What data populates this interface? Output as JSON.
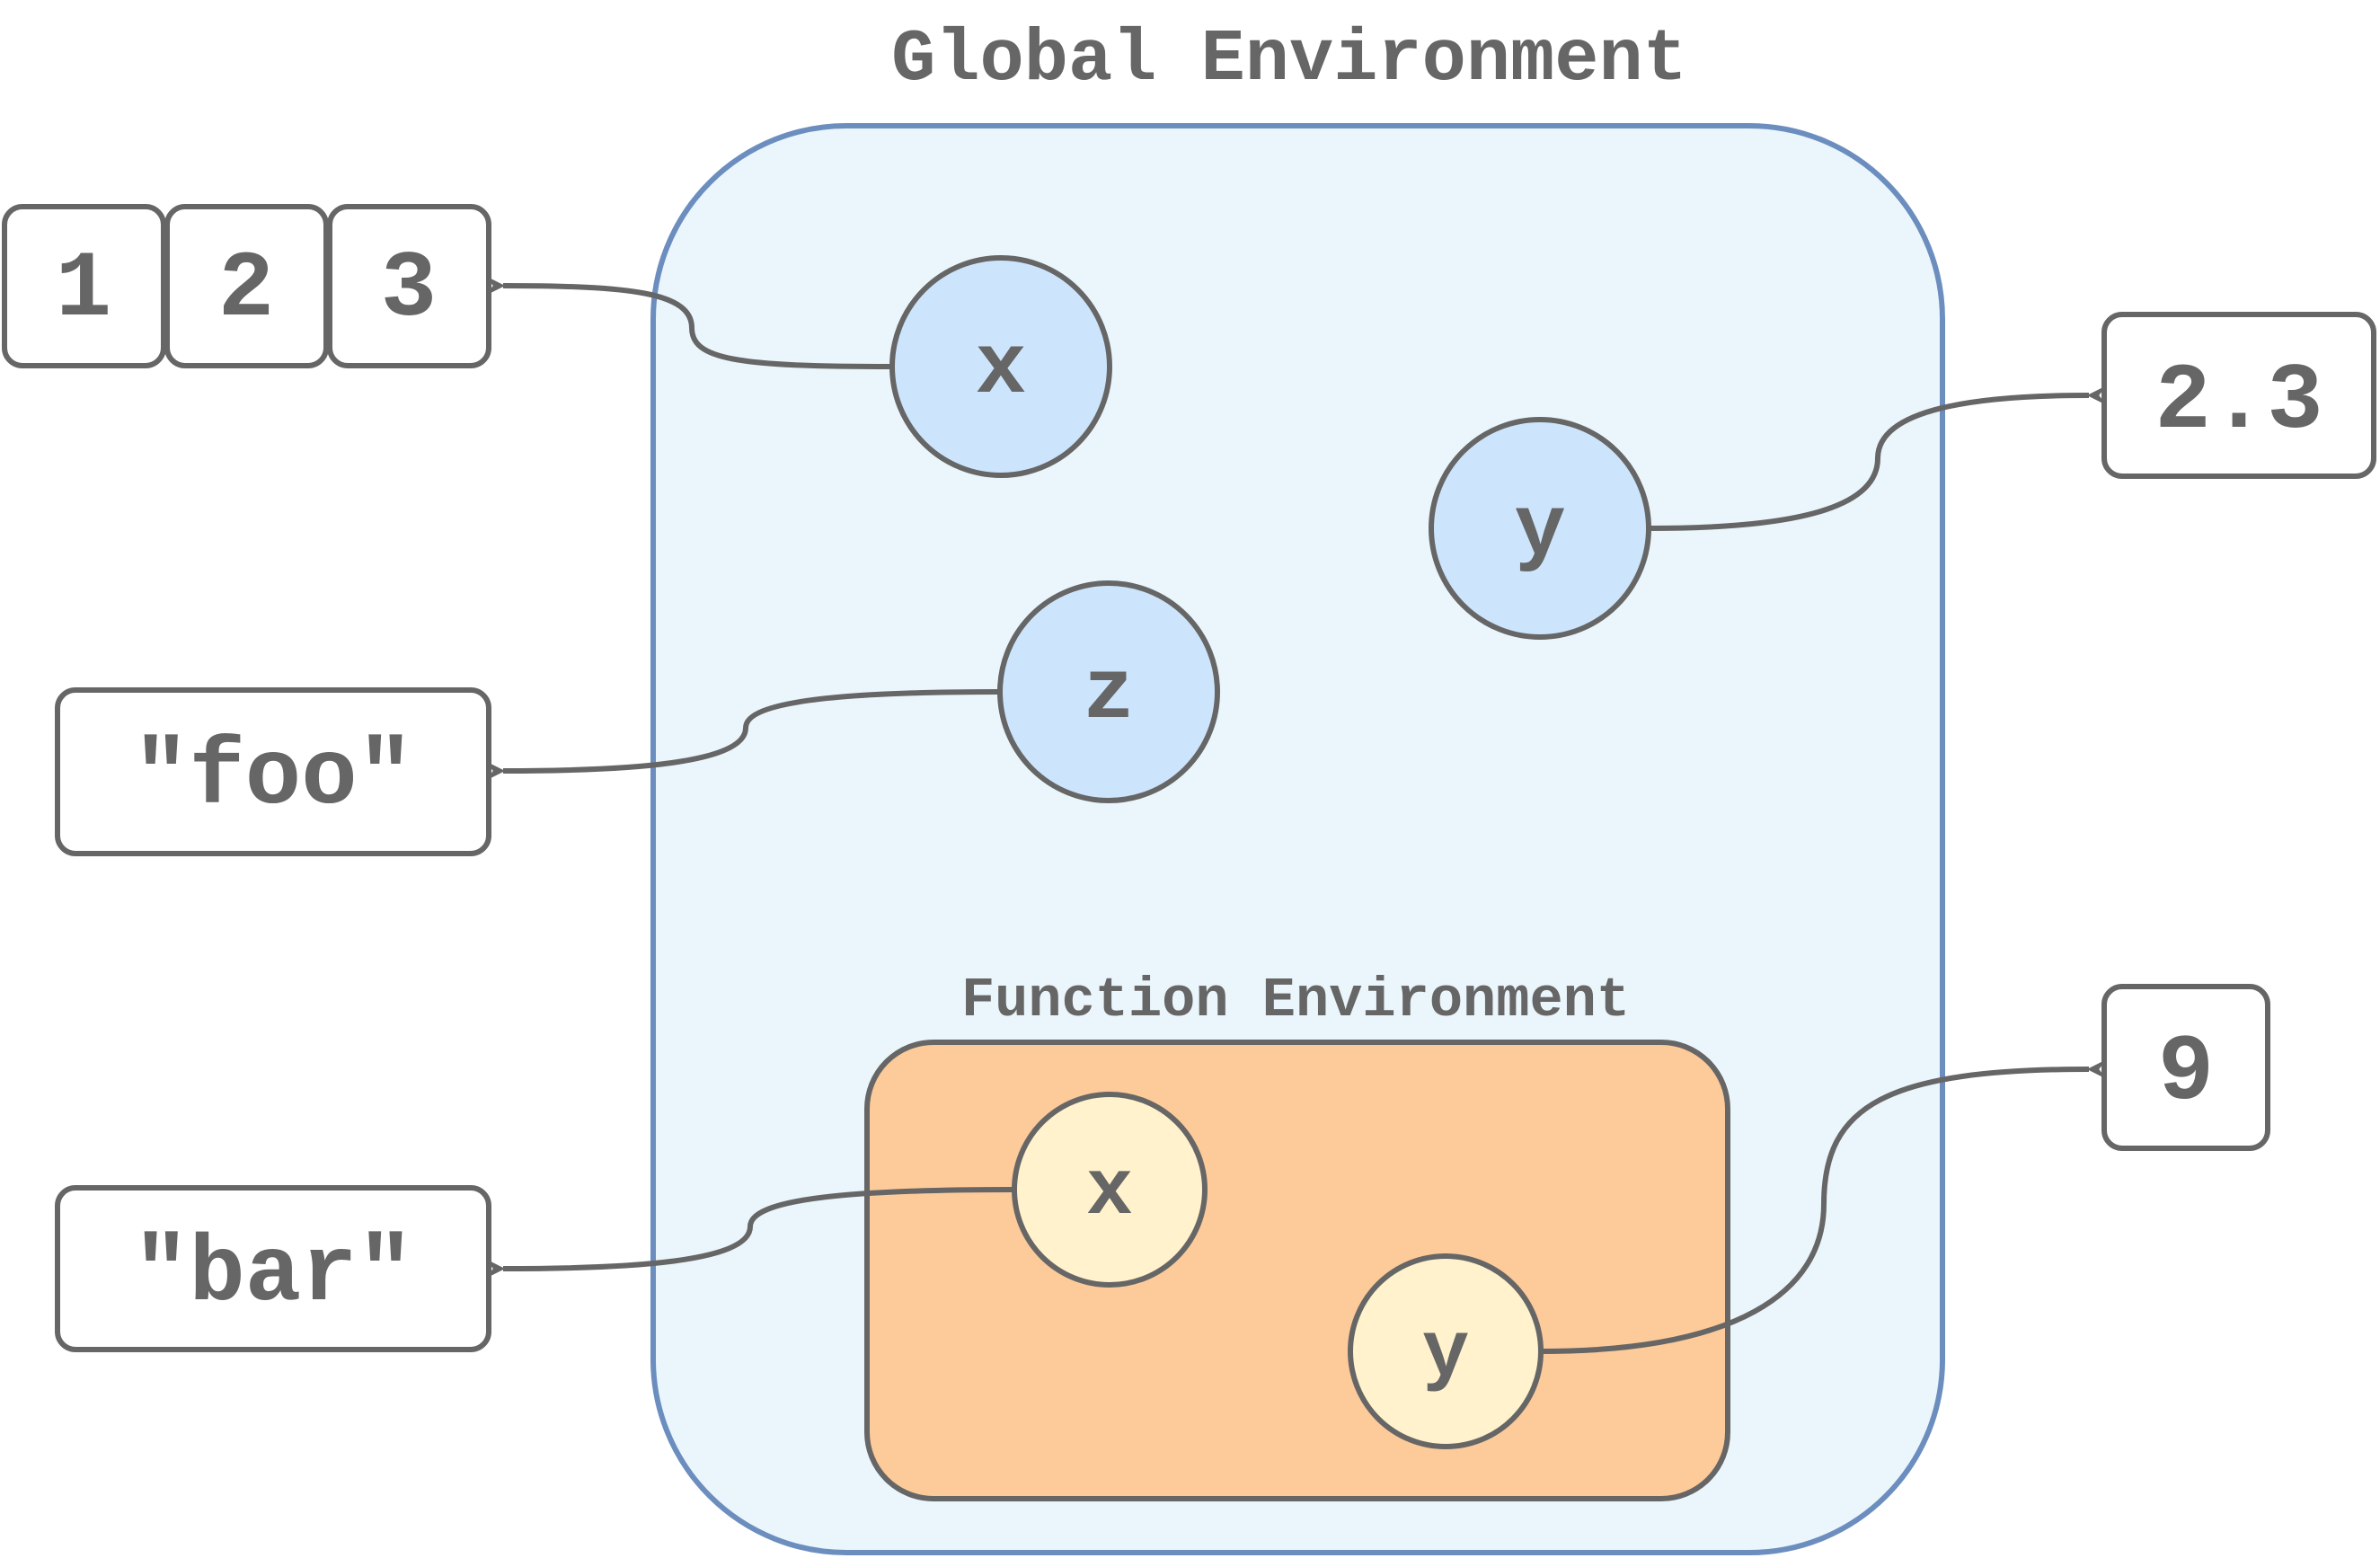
{
  "global_env": {
    "title": "Global Environment",
    "fill": "#ebf6fc",
    "stroke": "#6c8ebf"
  },
  "function_env": {
    "title": "Function Environment",
    "fill": "#fdca9a",
    "stroke": "#666666"
  },
  "global_vars": {
    "x": "x",
    "y": "y",
    "z": "z",
    "fill": "#cce5fc"
  },
  "function_vars": {
    "x": "x",
    "y": "y",
    "fill": "#fff2cc"
  },
  "values": {
    "vec_1": "1",
    "vec_2": "2",
    "vec_3": "3",
    "num_2_3": "2.3",
    "str_foo": "\"foo\"",
    "str_bar": "\"bar\"",
    "num_9": "9"
  },
  "colors": {
    "line": "#666666",
    "text": "#666666"
  }
}
